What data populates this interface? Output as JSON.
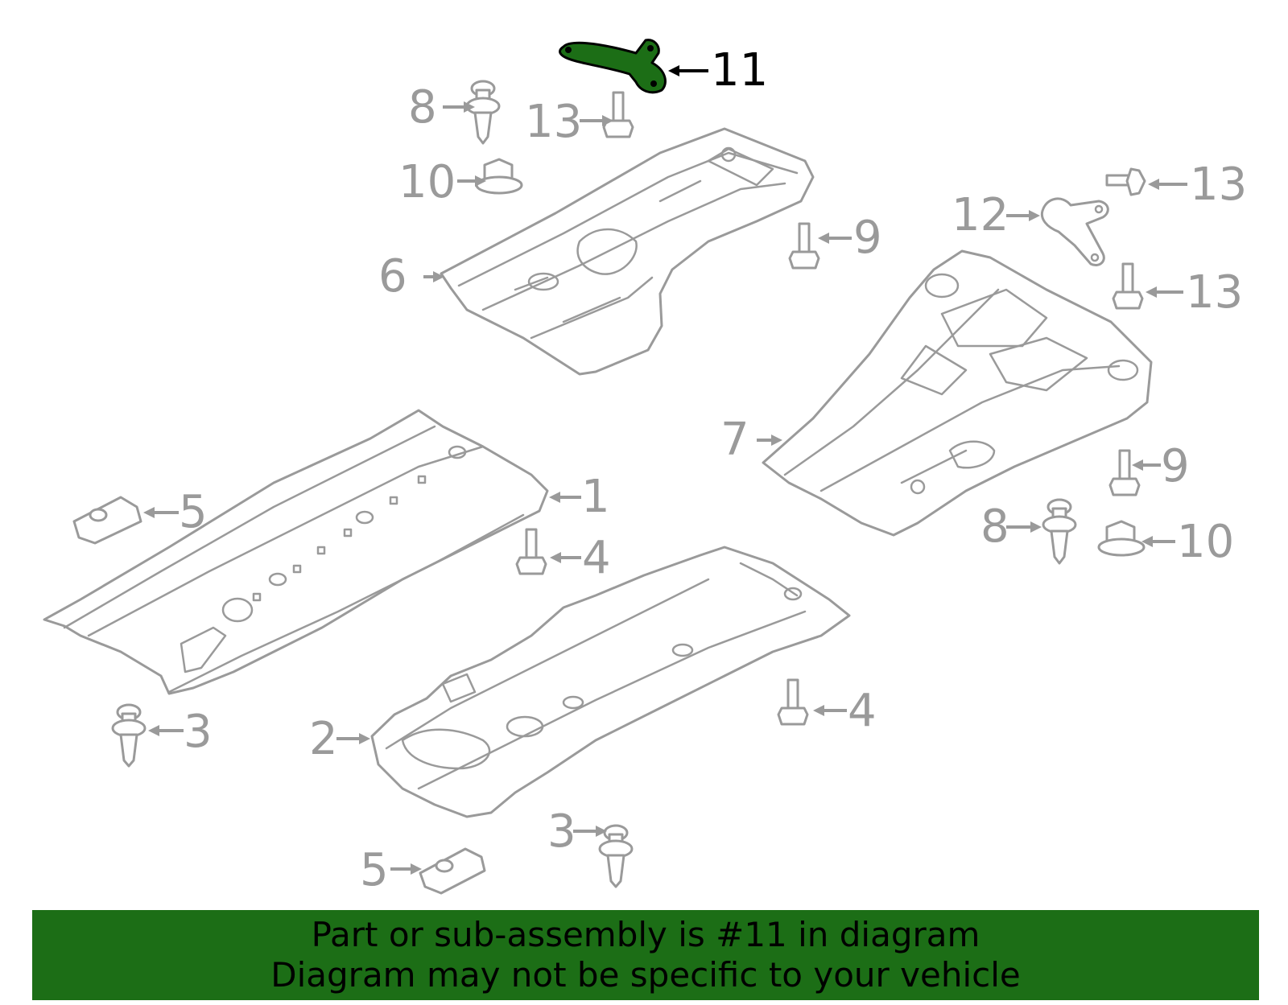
{
  "colors": {
    "highlight": "#1c6e16",
    "line": "#9a9a9a",
    "highlight_text": "#000000"
  },
  "callouts": {
    "c1": "1",
    "c2": "2",
    "c3a": "3",
    "c3b": "3",
    "c4a": "4",
    "c4b": "4",
    "c5a": "5",
    "c5b": "5",
    "c6": "6",
    "c7": "7",
    "c8a": "8",
    "c8b": "8",
    "c9a": "9",
    "c9b": "9",
    "c10a": "10",
    "c10b": "10",
    "c11": "11",
    "c12": "12",
    "c13a": "13",
    "c13b": "13",
    "c13c": "13"
  },
  "highlighted_part": "11",
  "banner": {
    "line1": "Part or sub-assembly is #11 in diagram",
    "line2": "Diagram may not be specific to your vehicle"
  }
}
